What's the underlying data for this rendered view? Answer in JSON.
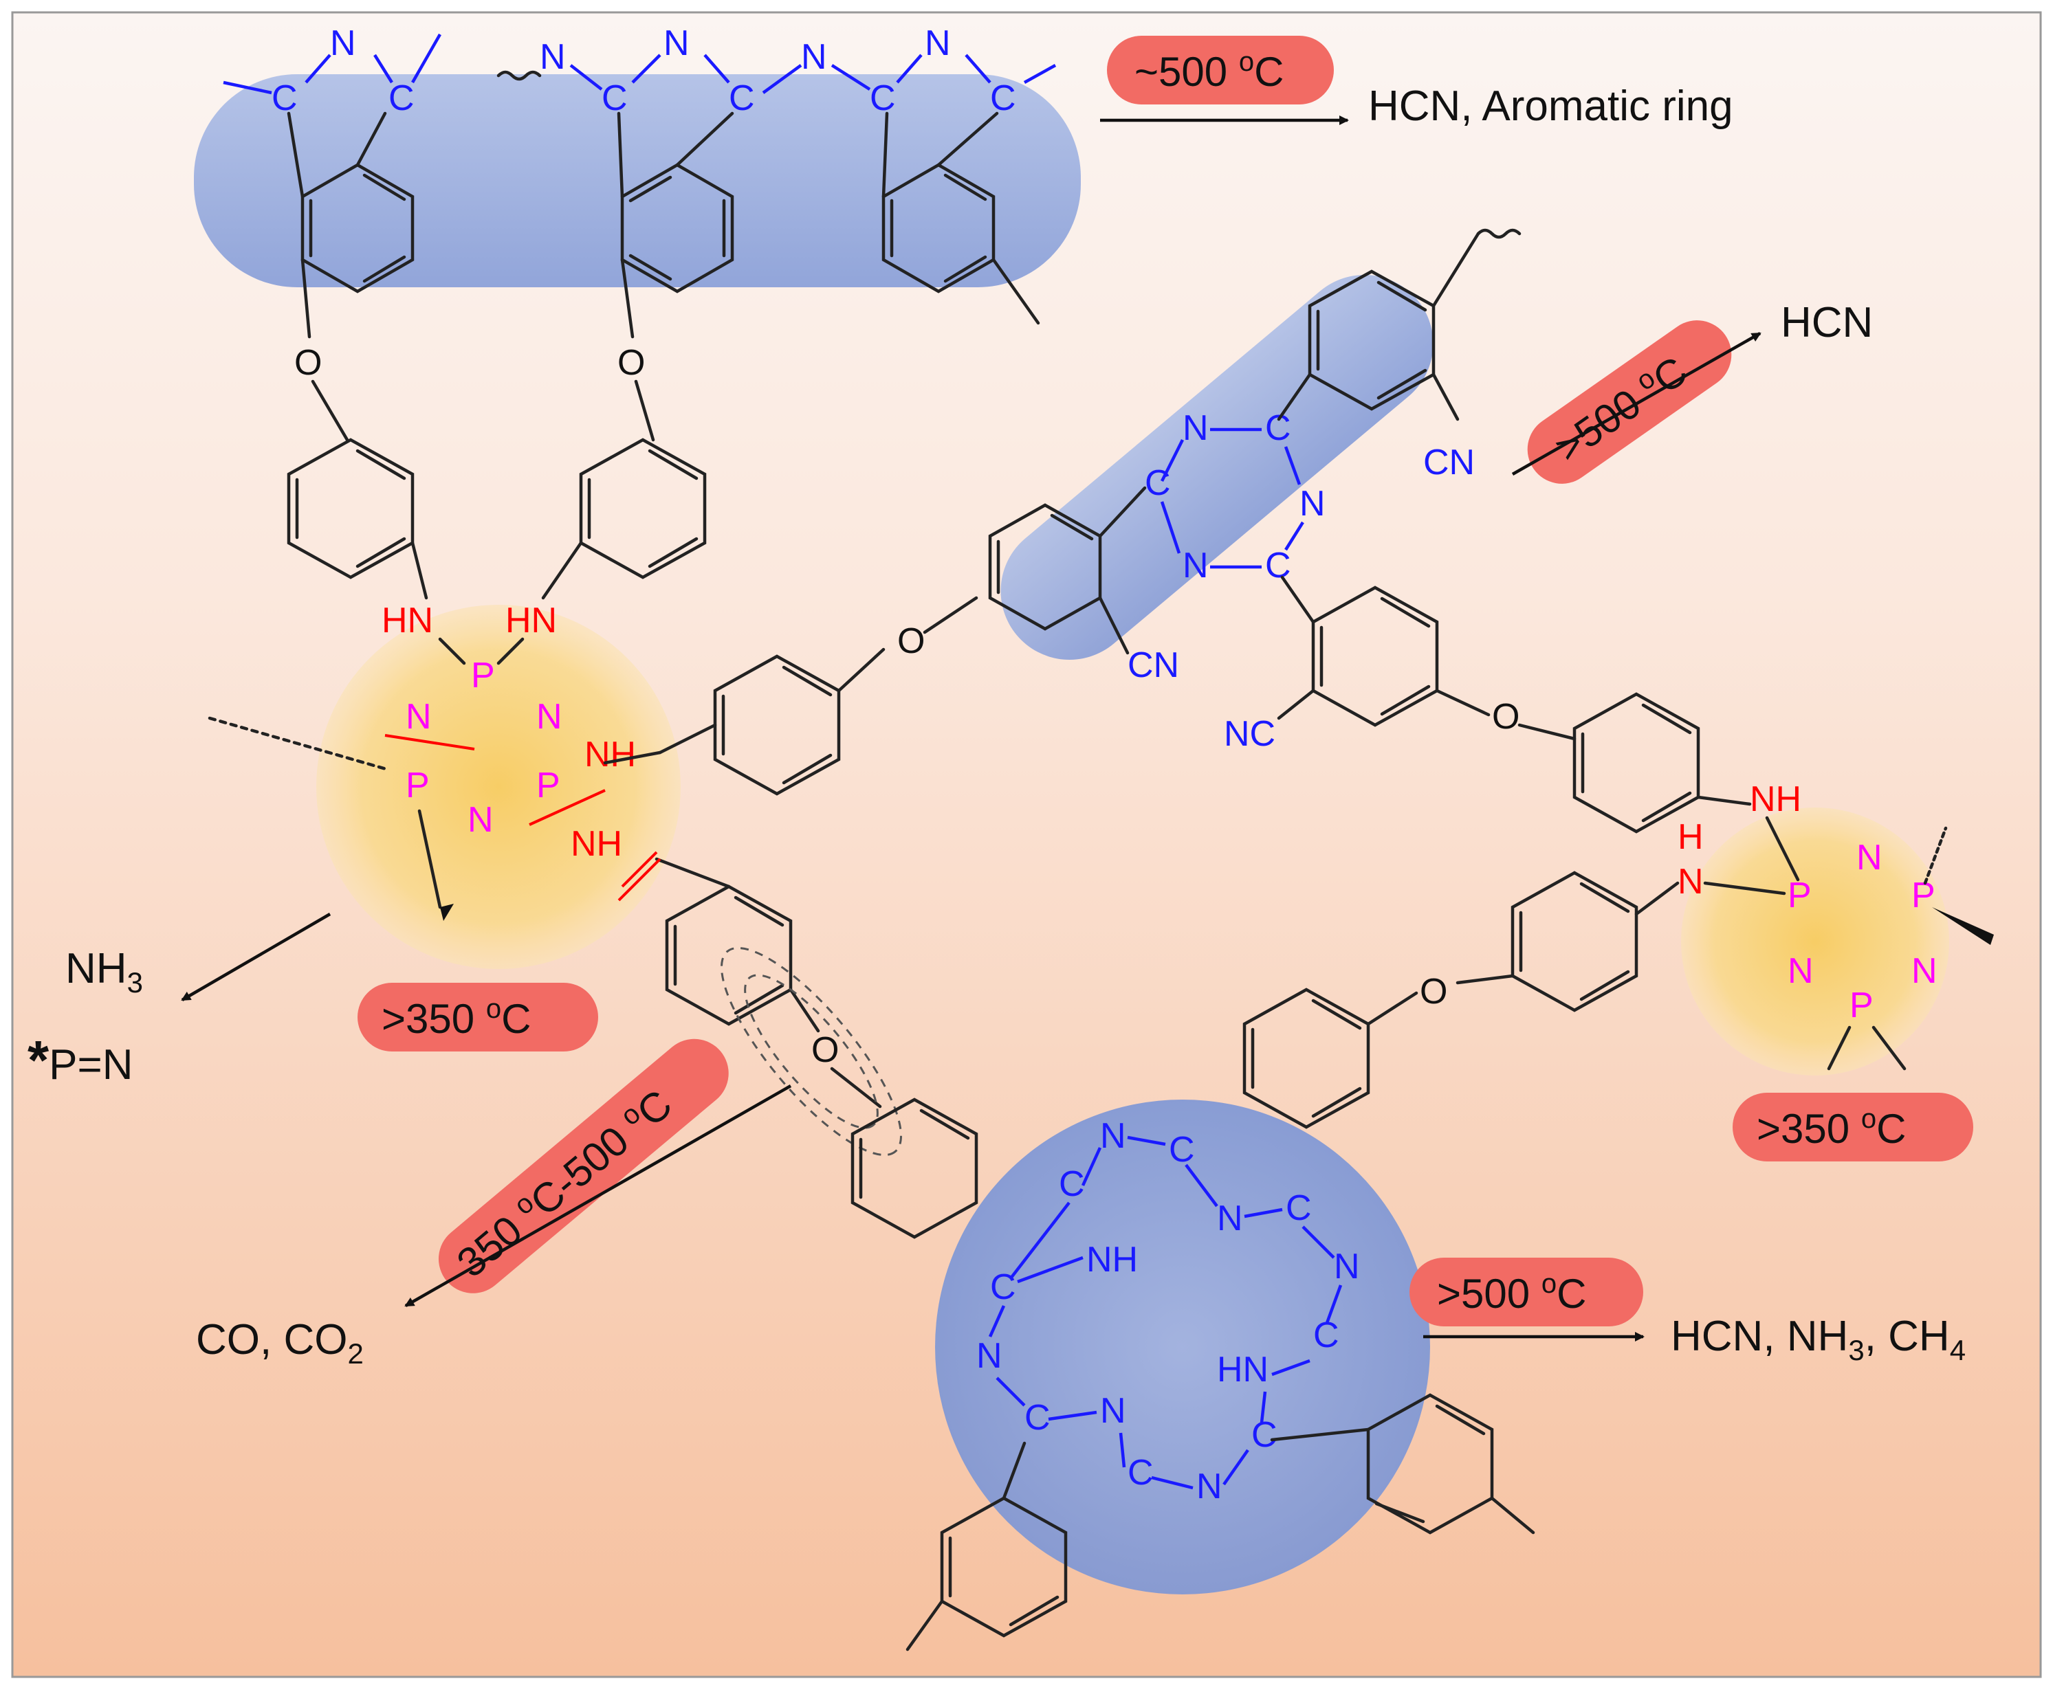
{
  "colors": {
    "bg_top": "#fbf5f2",
    "bg_bottom": "#f6c09e",
    "phthalo_highlight": "#8ea6df",
    "cyclophosphazene_highlight": "#f7cf6f",
    "temp_badge": "#f26b64",
    "cleavage_mark": "#ff0000"
  },
  "steps": [
    {
      "id": "top",
      "temp": "~500 ",
      "unit": "C",
      "products": "HCN, Aromatic ring"
    },
    {
      "id": "triazine",
      "temp": ">500 ",
      "unit": "C",
      "products": "HCN"
    },
    {
      "id": "phosphazene-left",
      "temp": ">350 ",
      "unit": "C",
      "product_main": "NH",
      "product_main_sub": "3",
      "product_second": "P=N",
      "product_second_prefix": "*"
    },
    {
      "id": "phosphazene-right",
      "temp": ">350 ",
      "unit": "C"
    },
    {
      "id": "ether",
      "temp": "350 ",
      "temp_mid": "C-500 ",
      "unit": "C",
      "products_a": "CO, CO",
      "products_sub": "2"
    },
    {
      "id": "phthalocyanine",
      "temp": ">500 ",
      "unit": "C",
      "products_a": "HCN, NH",
      "products_sub1": "3",
      "products_b": ", CH",
      "products_sub2": "4"
    }
  ],
  "atoms": {
    "C": "C",
    "N": "N",
    "O": "O",
    "P": "P",
    "NH": "NH",
    "HN": "HN",
    "H": "H",
    "CN": "CN",
    "NC": "NC"
  }
}
